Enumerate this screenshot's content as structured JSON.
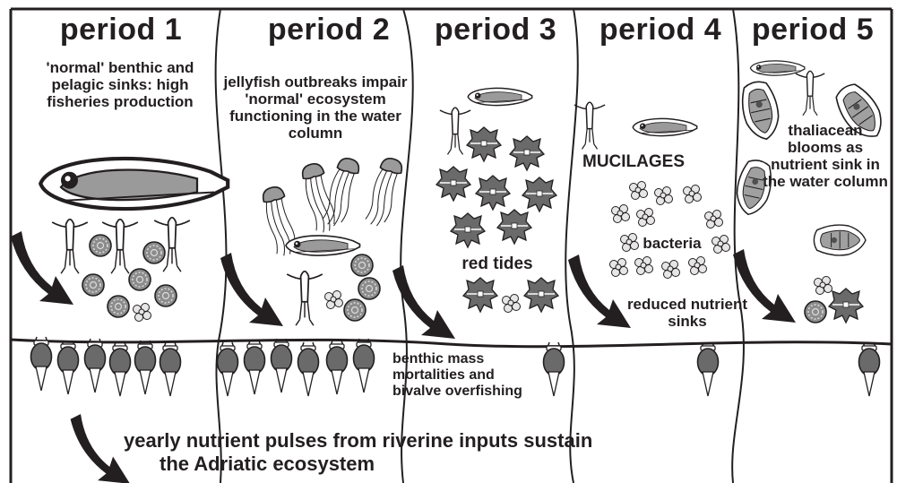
{
  "periods": [
    {
      "title": "period 1",
      "description": "'normal' benthic and pelagic sinks: high fisheries production"
    },
    {
      "title": "period 2",
      "description": "jellyfish outbreaks impair 'normal' ecosystem functioning in the water column"
    },
    {
      "title": "period 3",
      "description": "red tides"
    },
    {
      "title": "period 4",
      "description": "MUCILAGES"
    },
    {
      "title": "period 5",
      "description": "thaliacean blooms as nutrient sink in the water column"
    }
  ],
  "labels": {
    "bacteria": "bacteria",
    "reduced_sinks": "reduced nutrient sinks",
    "benthic": "benthic mass mortalities and bivalve overfishing"
  },
  "bottom": {
    "line1": "yearly nutrient pulses from riverine inputs sustain",
    "line2": "the Adriatic ecosystem"
  },
  "colors": {
    "ink": "#231f20",
    "grey_fill": "#8c8c8c",
    "light_fill": "#d2d2d2",
    "background": "#ffffff"
  },
  "icons": [
    "fish-icon",
    "copepod-icon",
    "phytoplankton-icon",
    "jellyfish-icon",
    "dinoflagellate-icon",
    "bacteria-icon",
    "salp-icon",
    "mussel-icon",
    "flow-arrow-icon"
  ]
}
